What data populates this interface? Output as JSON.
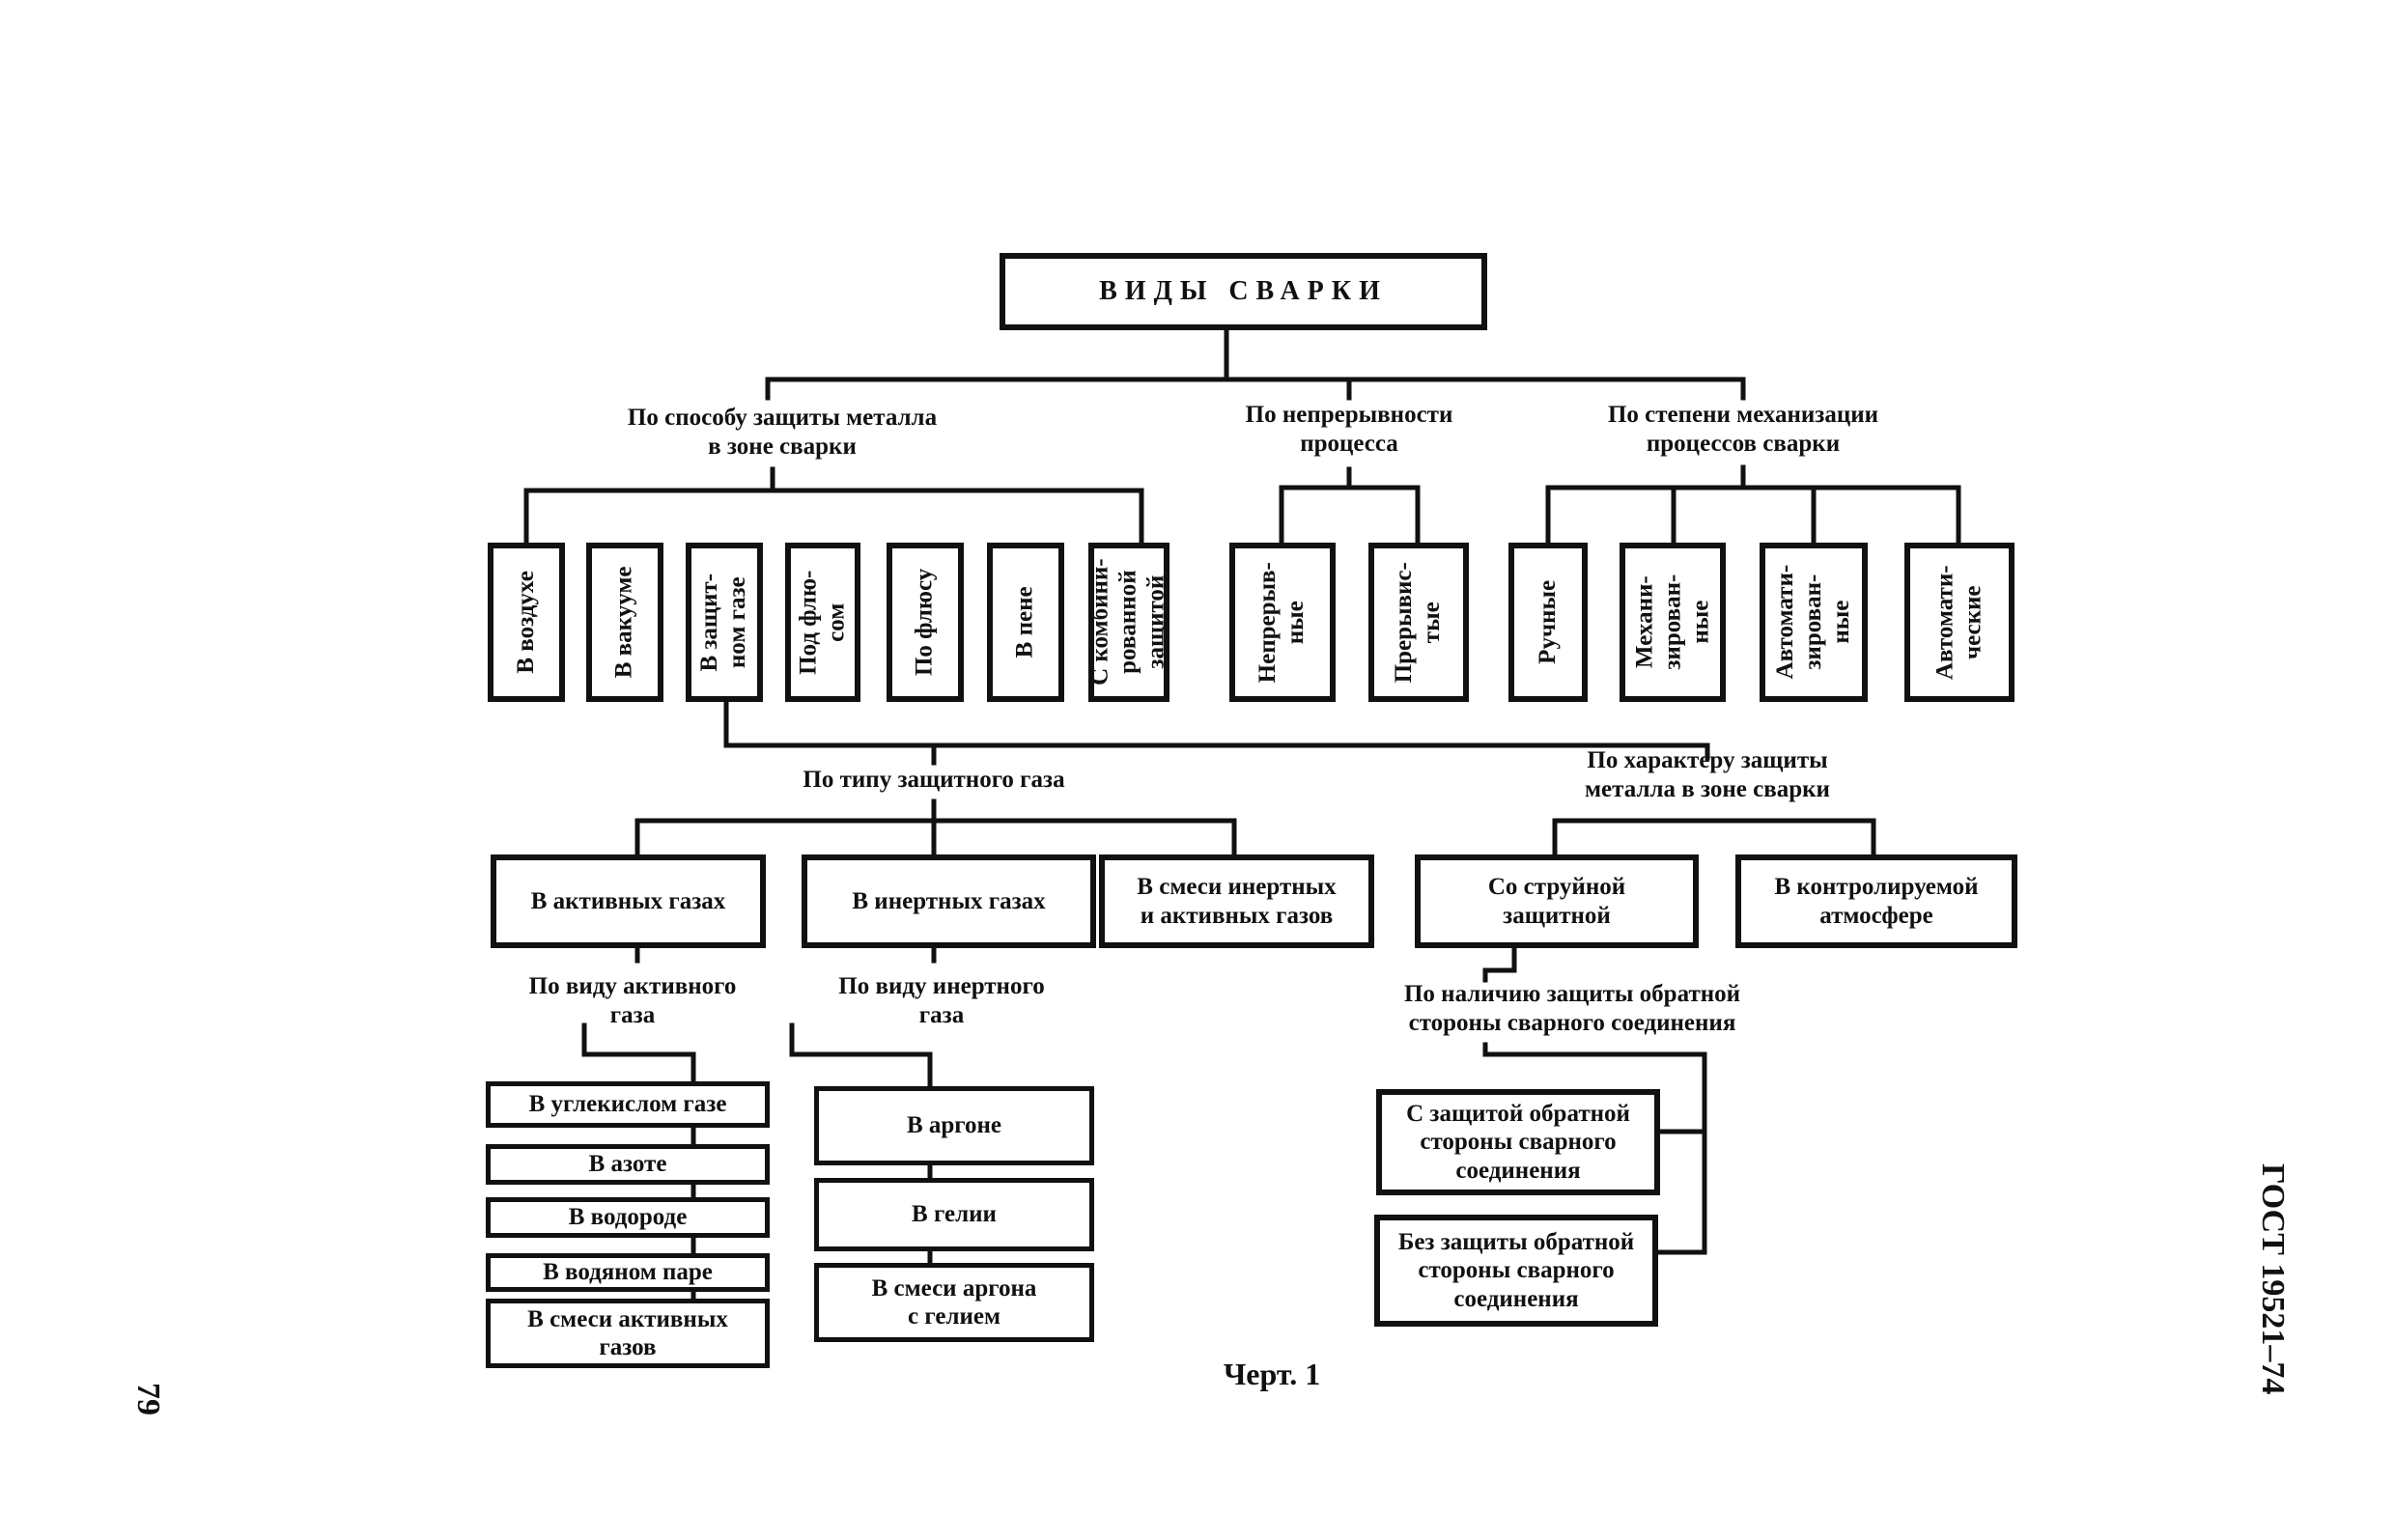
{
  "title": "ВИДЫ СВАРКИ",
  "criteria": {
    "protection_method": "По способу защиты металла\nв зоне сварки",
    "continuity": "По непрерывности\nпроцесса",
    "mechanization": "По степени механизации\nпроцессов сварки",
    "shielding_gas_type": "По типу защитного газа",
    "protection_character": "По характеру защиты\nметалла в зоне сварки",
    "active_gas_kind": "По виду активного\nгаза",
    "inert_gas_kind": "По виду инертного\nгаза",
    "back_side_protection": "По наличию защиты обратной\nстороны сварного соединения"
  },
  "protection_method_items": [
    "В воздухе",
    "В вакууме",
    "В защит-\nном газе",
    "Под флю-\nсом",
    "По флюсу",
    "В пене",
    "С комбини-\nрованной\nзащитой"
  ],
  "continuity_items": [
    "Непрерыв-\nные",
    "Прерывис-\nтые"
  ],
  "mechanization_items": [
    "Ручные",
    "Механи-\nзирован-\nные",
    "Автомати-\nзирован-\nные",
    "Автомати-\nческие"
  ],
  "gas_type_items": [
    "В активных газах",
    "В инертных газах",
    "В смеси инертных\nи активных газов"
  ],
  "protection_character_items": [
    "Со струйной\nзащитной",
    "В контролируемой\nатмосфере"
  ],
  "active_gas_items": [
    "В углекислом газе",
    "В азоте",
    "В водороде",
    "В водяном паре",
    "В смеси активных\nгазов"
  ],
  "inert_gas_items": [
    "В аргоне",
    "В гелии",
    "В смеси аргона\nс гелием"
  ],
  "back_side_items": [
    "С защитой обратной\nстороны сварного\nсоединения",
    "Без защиты обратной\nстороны сварного\nсоединения"
  ],
  "caption": "Черт. 1",
  "page_number": "79",
  "standard": "ГОСТ 19521–74"
}
